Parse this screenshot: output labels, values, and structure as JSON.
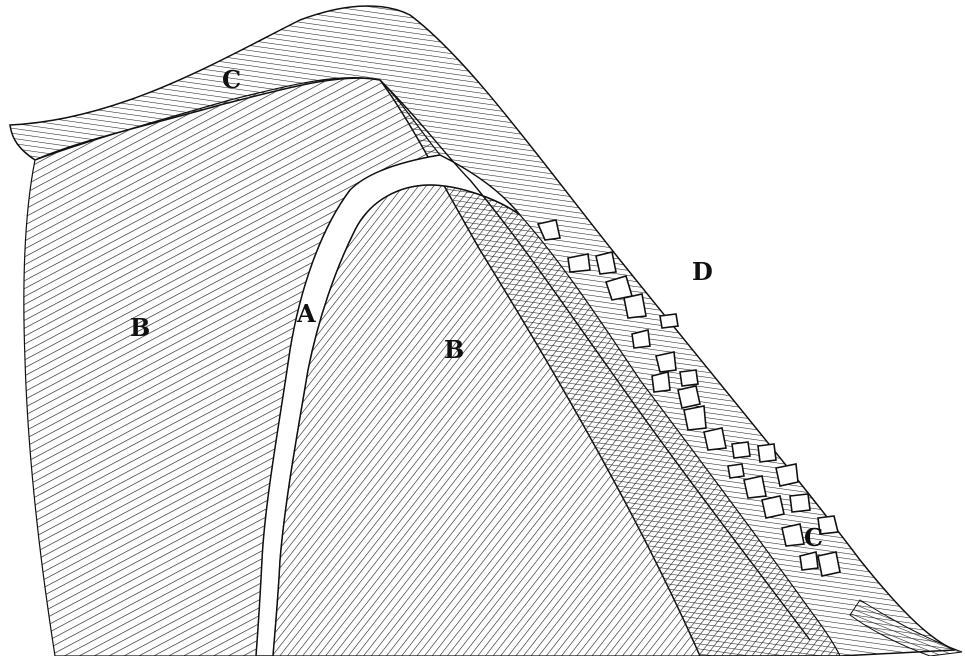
{
  "labels": {
    "c_top": "C",
    "b_left": "B",
    "a_channel": "A",
    "b_right": "B",
    "d_band": "D",
    "c_bottom": "C"
  }
}
